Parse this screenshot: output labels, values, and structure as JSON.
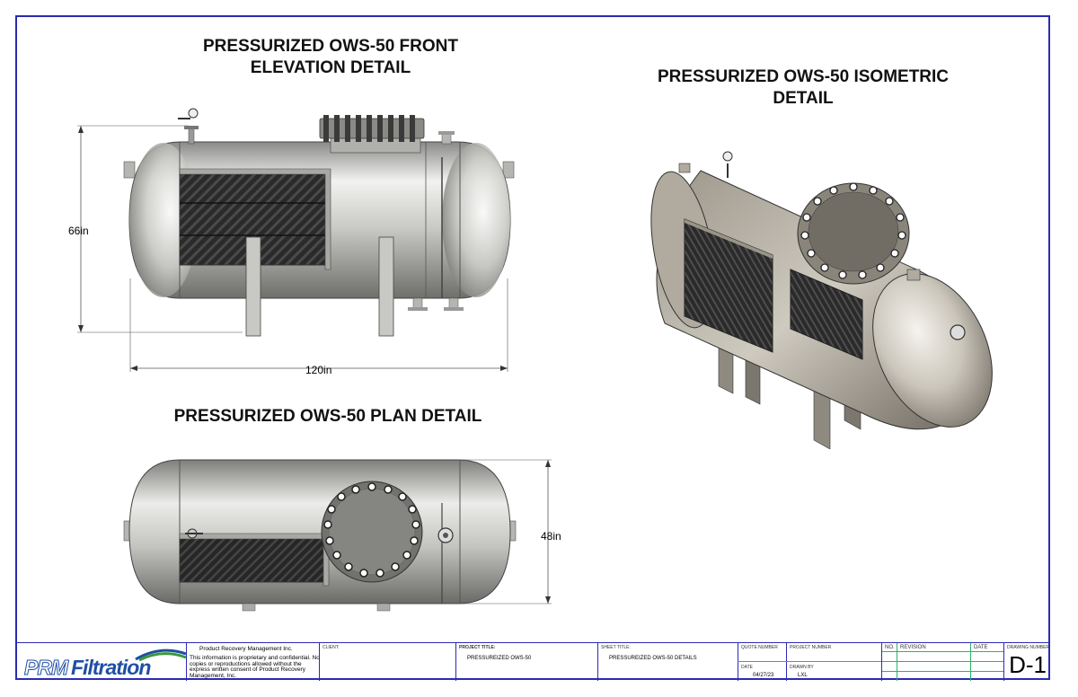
{
  "views": {
    "front_title_line1": "PRESSURIZED OWS-50 FRONT",
    "front_title_line2": "ELEVATION DETAIL",
    "iso_title_line1": "PRESSURIZED OWS-50 ISOMETRIC",
    "iso_title_line2": "DETAIL",
    "plan_title": "PRESSURIZED OWS-50 PLAN DETAIL"
  },
  "dimensions": {
    "height": "66in",
    "length": "120in",
    "width": "48in"
  },
  "title_block": {
    "logo_prm": "PRM",
    "logo_filtration": "Filtration",
    "company": "Product Recovery Management Inc.",
    "notice": "This information is proprietary and confidential. No copies or reproductions allowed without the express written consent of Product Recovery Management, Inc.",
    "client_label": "CLIENT:",
    "project_title_label": "PROJECT TITLE:",
    "project_title": "PRESSUREIZED OWS-50",
    "sheet_title_label": "SHEET TITLE:",
    "sheet_title": "PRESSUREIZED OWS-50 DETAILS",
    "quote_number_label": "QUOTE NUMBER",
    "project_number_label": "PROJECT NUMBER",
    "date_label": "DATE",
    "date": "04/27/23",
    "drawn_by_label": "DRAWN BY",
    "drawn_by": "LXL",
    "no_label": "NO.",
    "revision_label": "REVISION",
    "rev_date_label": "DATE",
    "drawing_number_label": "DRAWING NUMBER",
    "drawing_number": "D-1"
  },
  "colors": {
    "border": "#2b2bb3",
    "logo_blue": "#1f4fa5",
    "logo_green": "#3a9a3a",
    "revision_grid": "#2bb36b"
  }
}
